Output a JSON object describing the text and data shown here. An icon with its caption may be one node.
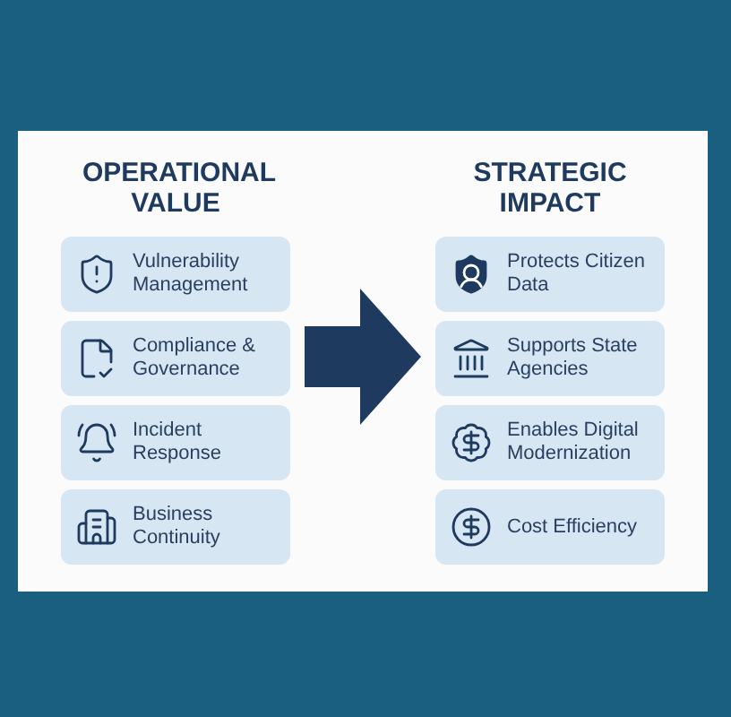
{
  "diagram": {
    "nodes": [
      {
        "text": [
          "OPERATIONAL VALUE"
        ]
      },
      {
        "text": [
          "Vulnerability Management"
        ],
        "in": 0
      },
      {
        "text": [
          "Compliance & Governance"
        ],
        "in": 0
      },
      {
        "text": [
          "Incident Response"
        ],
        "in": 0
      },
      {
        "text": [
          "Business Continuity"
        ],
        "in": 0
      },
      {
        "text": [
          "STRATEGIC IMPACT"
        ]
      },
      {
        "text": [
          "Protects Citizen Data"
        ],
        "in": 5
      },
      {
        "text": [
          "Supports State Agencies"
        ],
        "in": 5
      },
      {
        "text": [
          "Enables Digital Modernization"
        ],
        "in": 5
      },
      {
        "text": [
          "Cost Efficiency"
        ],
        "in": 5
      }
    ],
    "edges": [
      {
        "from": 0,
        "to": 5,
        "arrow": "to"
      }
    ]
  }
}
